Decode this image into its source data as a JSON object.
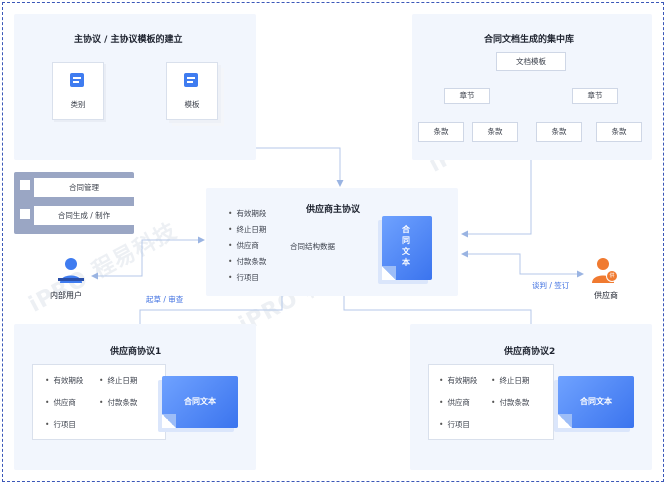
{
  "top_left": {
    "title": "主协议 / 主协议模板的建立",
    "card_category": "类别",
    "card_template": "模板"
  },
  "top_right": {
    "title": "合同文档生成的集中库",
    "root": "文档模板",
    "chapters": [
      "章节",
      "章节"
    ],
    "clauses": [
      "条款",
      "条款",
      "条款",
      "条款"
    ]
  },
  "management": {
    "items": [
      "合同管理",
      "合同生成 / 制作"
    ]
  },
  "center": {
    "title": "供应商主协议",
    "fields": [
      "有效期段",
      "终止日期",
      "供应商",
      "付款条款",
      "行项目"
    ],
    "structure_label": "合同结构数据",
    "doc_label": "合同文本"
  },
  "internal_user": {
    "label": "内部用户",
    "action": "起草 / 审查"
  },
  "supplier": {
    "label": "供应商",
    "action": "谈判 / 签订",
    "badge": "供"
  },
  "agreement1": {
    "title": "供应商协议1",
    "fields": [
      "有效期段",
      "终止日期",
      "供应商",
      "付款条款",
      "行项目"
    ],
    "doc_label": "合同文本"
  },
  "agreement2": {
    "title": "供应商协议2",
    "fields": [
      "有效期段",
      "终止日期",
      "供应商",
      "付款条款",
      "行项目"
    ],
    "doc_label": "合同文本"
  },
  "colors": {
    "accent": "#3f7cf0",
    "panel": "#f2f6fd",
    "connector": "#b4c7e8",
    "supplier_icon": "#f07a30"
  }
}
